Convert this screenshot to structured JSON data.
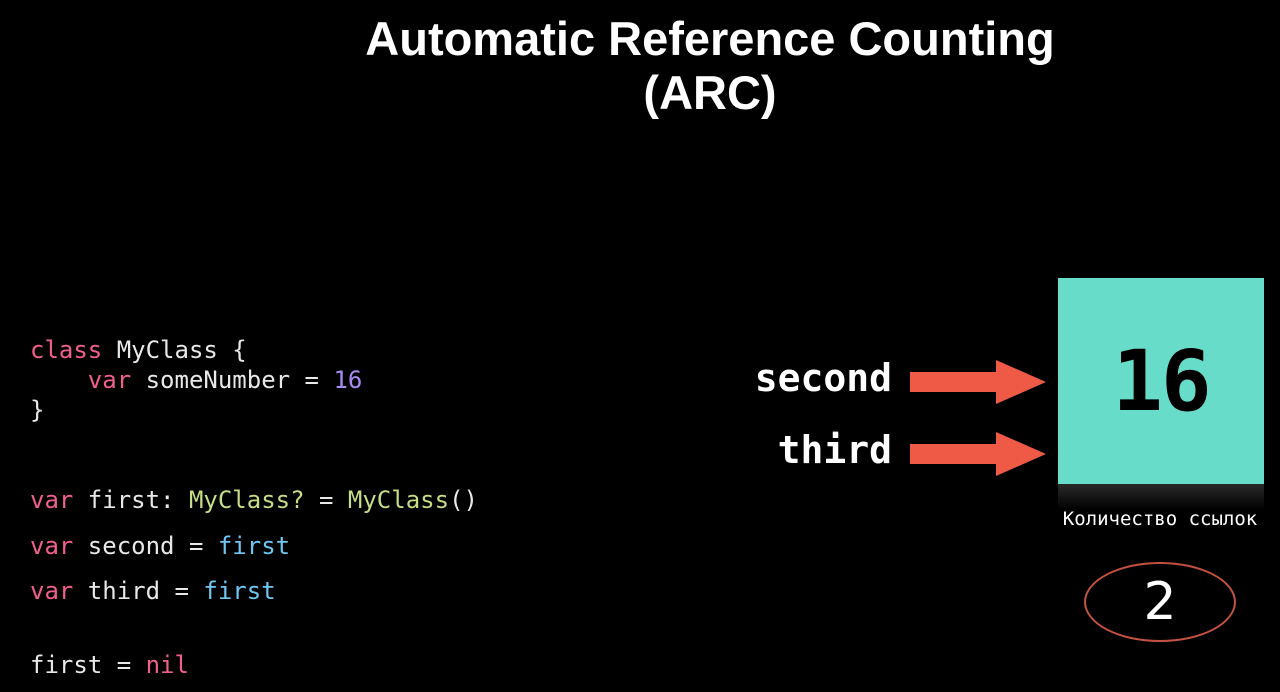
{
  "slide": {
    "title_line1": "Automatic Reference Counting",
    "title_line2": "(ARC)"
  },
  "code": {
    "class_decl": {
      "kw_class": "class",
      "name": " MyClass {"
    },
    "property": {
      "kw_var": "var",
      "name": " someNumber = ",
      "value": "16"
    },
    "close_brace": "}",
    "line_first": {
      "kw_var": "var",
      "name": " first: ",
      "type": "MyClass?",
      "eq": " = ",
      "init": "MyClass",
      "parens": "()"
    },
    "line_second": {
      "kw_var": "var",
      "name": " second = ",
      "ref": "first"
    },
    "line_third": {
      "kw_var": "var",
      "name": " third = ",
      "ref": "first"
    },
    "line_nil": {
      "name": "first = ",
      "kw_nil": "nil"
    }
  },
  "diagram": {
    "references": [
      "second",
      "third"
    ],
    "object_value": "16",
    "caption": "Количество ссылок",
    "ref_count": "2",
    "colors": {
      "object": "#67dcc8",
      "arrow": "#ee5a45",
      "ring": "#c4523f"
    }
  }
}
